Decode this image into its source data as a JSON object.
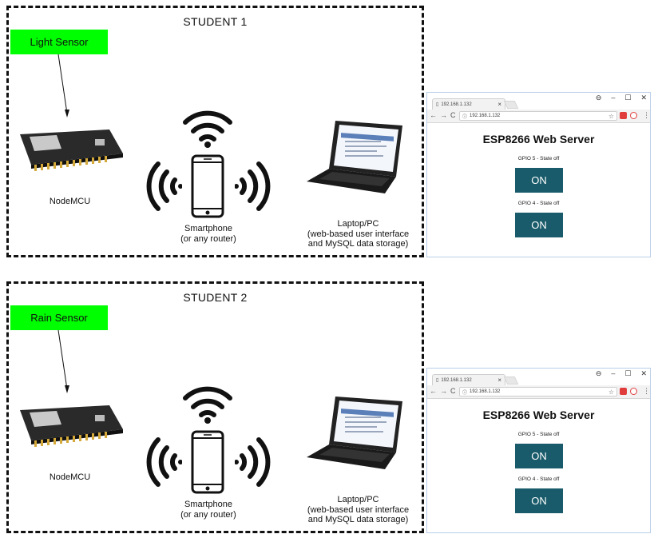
{
  "students": [
    {
      "title": "STUDENT 1",
      "sensor": "Light Sensor",
      "mcu_label": "NodeMCU",
      "phone_label": [
        "Smartphone",
        "(or any router)"
      ],
      "laptop_label": [
        "Laptop/PC",
        "(web-based user interface",
        "and MySQL data storage)"
      ]
    },
    {
      "title": "STUDENT 2",
      "sensor": "Rain Sensor",
      "mcu_label": "NodeMCU",
      "phone_label": [
        "Smartphone",
        "(or any router)"
      ],
      "laptop_label": [
        "Laptop/PC",
        "(web-based user interface",
        "and MySQL data storage)"
      ]
    }
  ],
  "browsers": [
    {
      "tab_title": "192.168.1.132",
      "url": "192.168.1.132",
      "page_title": "ESP8266 Web Server",
      "gpio5": "GPIO 5 - State off",
      "gpio4": "GPIO 4 - State off",
      "button1": "ON",
      "button2": "ON"
    },
    {
      "tab_title": "192.168.1.132",
      "url": "192.168.1.132",
      "page_title": "ESP8266 Web Server",
      "gpio5": "GPIO 5 - State off",
      "gpio4": "GPIO 4 - State off",
      "button1": "ON",
      "button2": "ON"
    }
  ],
  "colors": {
    "sensor_bg": "#00ff00",
    "button_bg": "#195b6a",
    "browser_border": "#b9cfe8"
  },
  "icons": [
    "arrow-icon",
    "nodemcu-board-icon",
    "wifi-signal-icon",
    "smartphone-icon",
    "laptop-icon",
    "refresh-icon",
    "star-icon",
    "menu-icon"
  ]
}
